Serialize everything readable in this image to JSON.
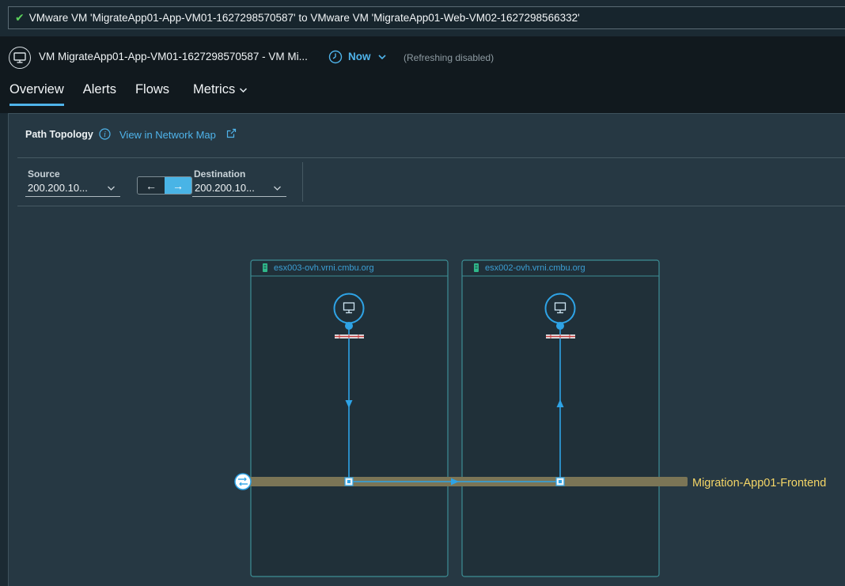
{
  "search": {
    "result_text": "VMware VM 'MigrateApp01-App-VM01-1627298570587' to VMware VM 'MigrateApp01-Web-VM02-1627298566332'"
  },
  "header": {
    "vm_title": "VM MigrateApp01-App-VM01-1627298570587 - VM Mi...",
    "time_label": "Now",
    "refresh_status": "(Refreshing  disabled)"
  },
  "tabs": [
    {
      "label": "Overview",
      "active": true
    },
    {
      "label": "Alerts",
      "active": false
    },
    {
      "label": "Flows",
      "active": false
    },
    {
      "label": "Metrics",
      "active": false,
      "dropdown": true
    }
  ],
  "panel": {
    "title": "Path Topology",
    "map_link": "View in Network Map"
  },
  "selector": {
    "source_label": "Source",
    "source_value": "200.200.10...",
    "destination_label": "Destination",
    "destination_value": "200.200.10...",
    "left_arrow": "←",
    "right_arrow": "→"
  },
  "topology": {
    "hosts": [
      {
        "name": "esx003-ovh.vrni.cmbu.org"
      },
      {
        "name": "esx002-ovh.vrni.cmbu.org"
      }
    ],
    "network_name": "Migration-App01-Frontend"
  },
  "colors": {
    "accent": "#4fb3ea",
    "network_bar": "#7b7556",
    "network_label": "#f5d667",
    "host_border": "#3d8e95",
    "success": "#5bd15b"
  }
}
